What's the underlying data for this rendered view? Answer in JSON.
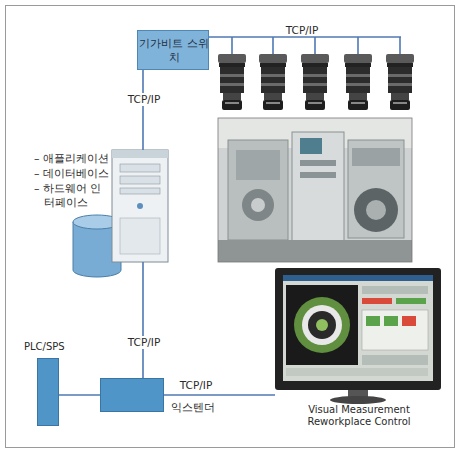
{
  "diagram": {
    "nodes": [
      {
        "text": [
          "기가비트 스위치"
        ]
      },
      {
        "text": [
          "– 애플리케이션",
          "– 데이터베이스",
          "– 하드웨어 인터페이스"
        ]
      },
      {
        "text": [
          "PLC/SPS"
        ]
      },
      {
        "text": [
          "익스텐더"
        ]
      },
      {
        "text": [
          "Visual Measurement Reworkplace Control"
        ]
      }
    ],
    "edges": [
      {
        "from": 0,
        "to": 1,
        "arrow": "none",
        "label": "TCP/IP"
      },
      {
        "from": 1,
        "to": 3,
        "arrow": "none",
        "label": "TCP/IP"
      },
      {
        "from": 2,
        "to": 3,
        "arrow": "none"
      },
      {
        "from": 3,
        "to": 4,
        "arrow": "none",
        "label": "TCP/IP"
      }
    ],
    "labels": [
      "TCP/IP"
    ]
  }
}
